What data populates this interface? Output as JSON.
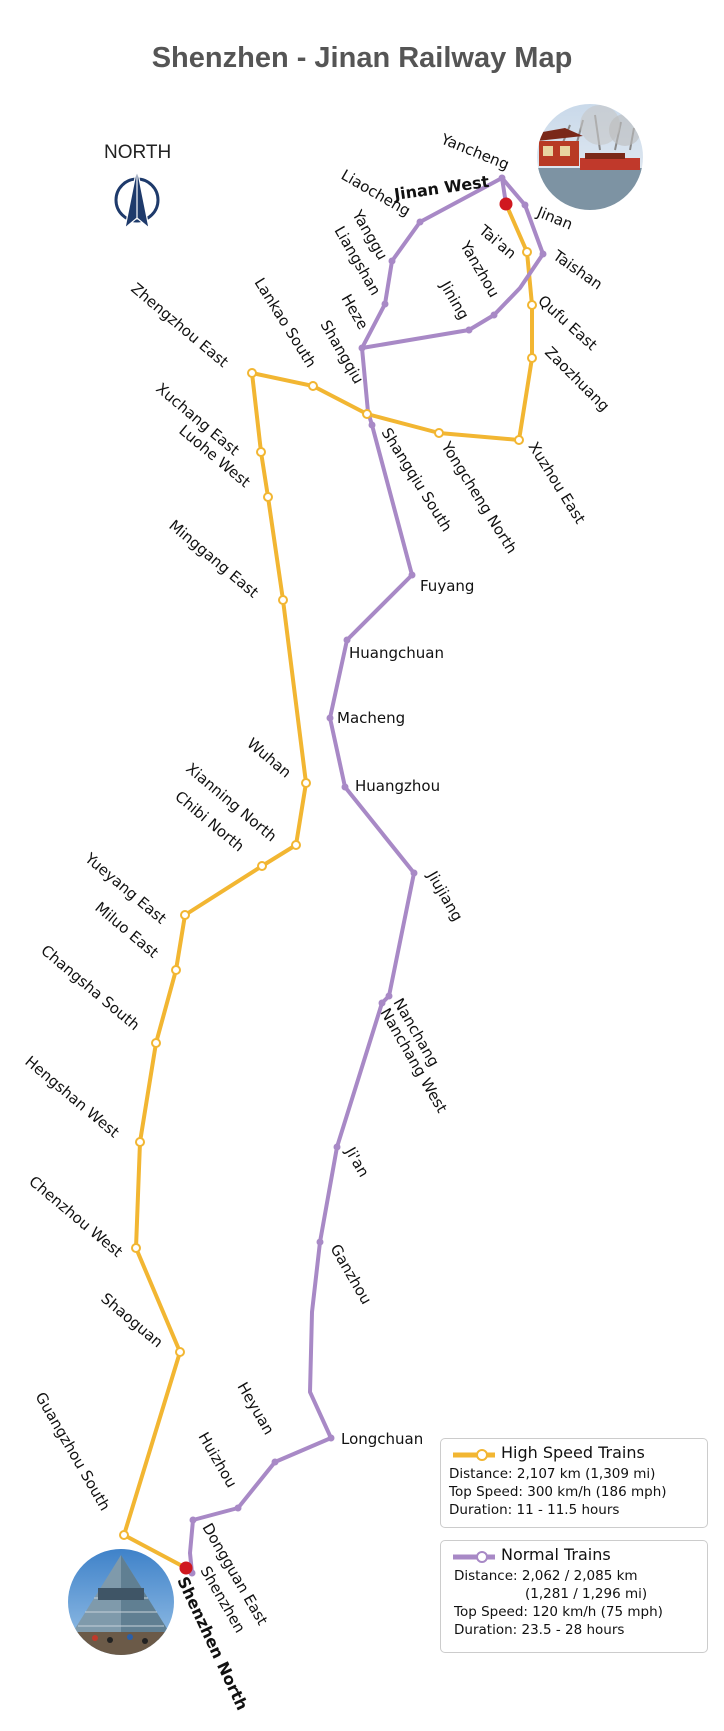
{
  "title": "Shenzhen - Jinan Railway Map",
  "compass": {
    "label": "NORTH",
    "icon": "north-arrow-icon"
  },
  "colors": {
    "high_speed": "#f2b632",
    "normal": "#a889c6",
    "terminal": "#d0181f",
    "title": "#555555"
  },
  "stations": {
    "jinan_west": "Jinan West",
    "yancheng": "Yancheng",
    "jinan": "Jinan",
    "liaocheng": "Liaocheng",
    "yanggu": "Yanggu",
    "liangshan": "Liangshan",
    "taian": "Tai'an",
    "taishan": "Taishan",
    "yanzhou": "Yanzhou",
    "jining": "Jining",
    "qufu_east": "Qufu East",
    "zaozhuang": "Zaozhuang",
    "heze": "Heze",
    "shangqiu": "Shangqiu",
    "lankao_south": "Lankao South",
    "zhengzhou_east": "Zhengzhou East",
    "xuchang_east": "Xuchang East",
    "luohe_west": "Luohe West",
    "shangqiu_south": "Shangqiu South",
    "yongcheng_north": "Yongcheng North",
    "xuzhou_east": "Xuzhou East",
    "minggang_east": "Minggang East",
    "fuyang": "Fuyang",
    "huangchuan": "Huangchuan",
    "macheng": "Macheng",
    "wuhan": "Wuhan",
    "huangzhou": "Huangzhou",
    "xianning_north": "Xianning North",
    "chibi_north": "Chibi North",
    "jiujiang": "Jiujiang",
    "yueyang_east": "Yueyang East",
    "miluo_east": "Miluo East",
    "nanchang": "Nanchang",
    "nanchang_west": "Nanchang West",
    "changsha_south": "Changsha South",
    "hengshan_west": "Hengshan West",
    "jian": "Ji'an",
    "chenzhou_west": "Chenzhou West",
    "ganzhou": "Ganzhou",
    "shaoguan": "Shaoguan",
    "heyuan": "Heyuan",
    "longchuan": "Longchuan",
    "huizhou": "Huizhou",
    "guangzhou_south": "Guangzhou South",
    "dongguan_east": "Dongguan East",
    "shenzhen": "Shenzhen",
    "shenzhen_north": "Shenzhen North"
  },
  "legend": {
    "high_speed": {
      "title": "High Speed Trains",
      "distance": "Distance: 2,107 km (1,309 mi)",
      "top_speed": "Top Speed: 300 km/h (186 mph)",
      "duration": "Duration: 11 - 11.5 hours"
    },
    "normal": {
      "title": "Normal Trains",
      "distance": "Distance: 2,062 / 2,085 km",
      "distance_imperial": "(1,281 / 1,296 mi)",
      "top_speed": "Top Speed: 120 km/h (75 mph)",
      "duration": "Duration: 23.5 - 28 hours"
    }
  },
  "photos": {
    "jinan": "daming-lake-pavilion-photo",
    "shenzhen": "window-of-the-world-pyramid-photo"
  }
}
